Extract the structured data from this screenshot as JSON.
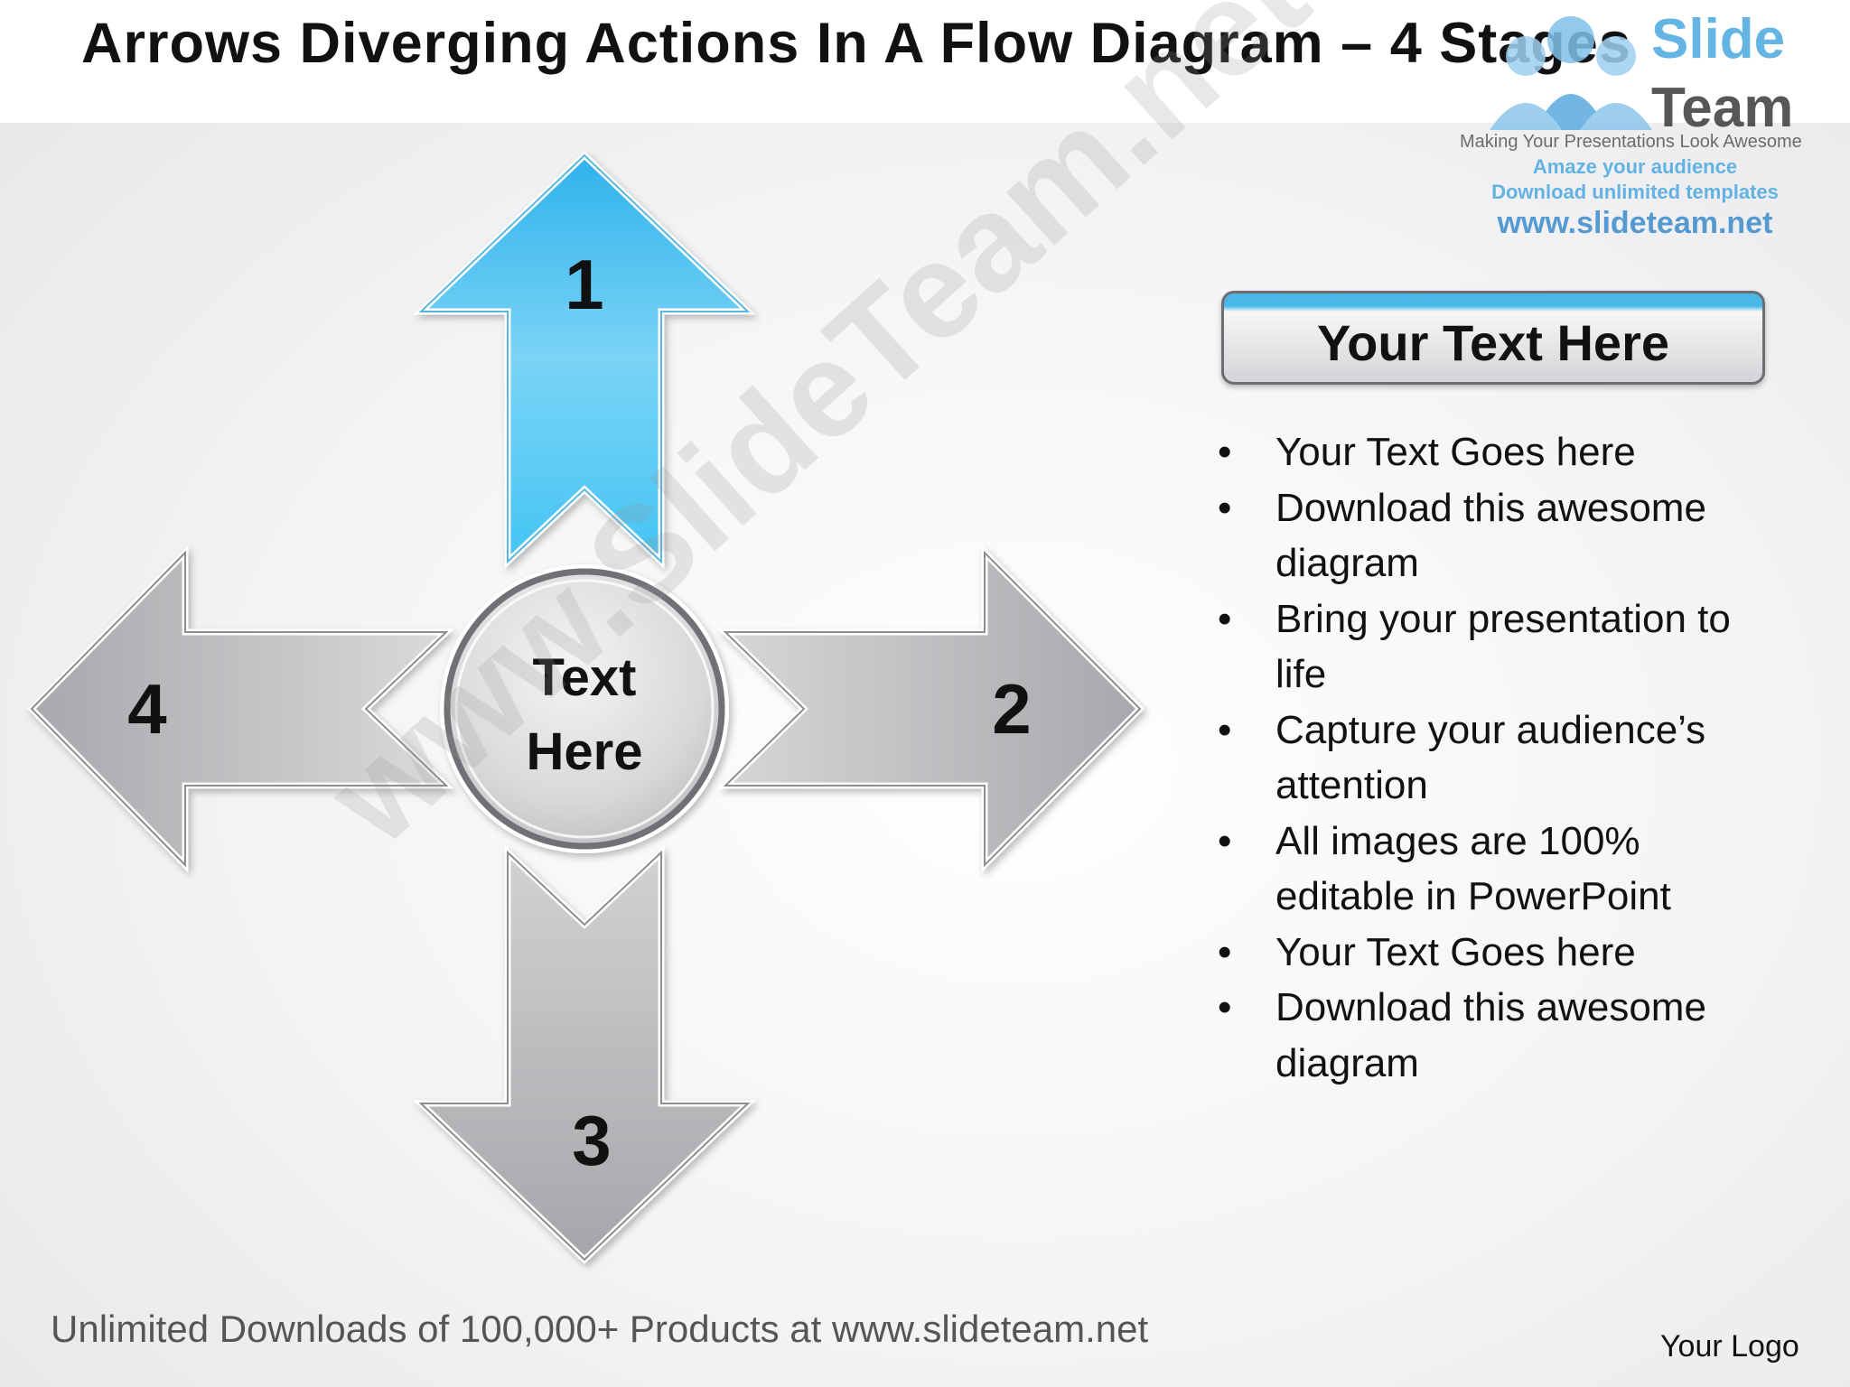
{
  "slide": {
    "title": "Arrows Diverging Actions In A Flow Diagram  – 4 Stages",
    "footer": "Unlimited Downloads of 100,000+ Products at www.slideteam.net",
    "logo_placeholder": "Your Logo"
  },
  "branding": {
    "brand_word_1": "Slide",
    "brand_word_2": "Team",
    "tagline": "Making Your Presentations Look Awesome",
    "line_1": "Amaze your audience",
    "line_2": "Download unlimited templates",
    "url": "www.slideteam.net",
    "watermark": "www.SlideTeam.net",
    "colors": {
      "brand_blue": "#4aa8e0",
      "brand_dark": "#3a3a3a"
    }
  },
  "diagram": {
    "center_line_1": "Text",
    "center_line_2": "Here",
    "arrows": [
      {
        "label": "1",
        "direction": "up",
        "color": "#4cc4f4"
      },
      {
        "label": "2",
        "direction": "right",
        "color": "#b4b4b8"
      },
      {
        "label": "3",
        "direction": "down",
        "color": "#b4b4b8"
      },
      {
        "label": "4",
        "direction": "left",
        "color": "#b4b4b8"
      }
    ]
  },
  "panel": {
    "header": "Your Text Here",
    "bullets": [
      "Your Text Goes here",
      "Download this awesome diagram",
      "Bring your presentation to life",
      "Capture your audience’s attention",
      "All images are 100% editable in PowerPoint",
      "Your Text Goes here",
      "Download this awesome diagram"
    ]
  }
}
